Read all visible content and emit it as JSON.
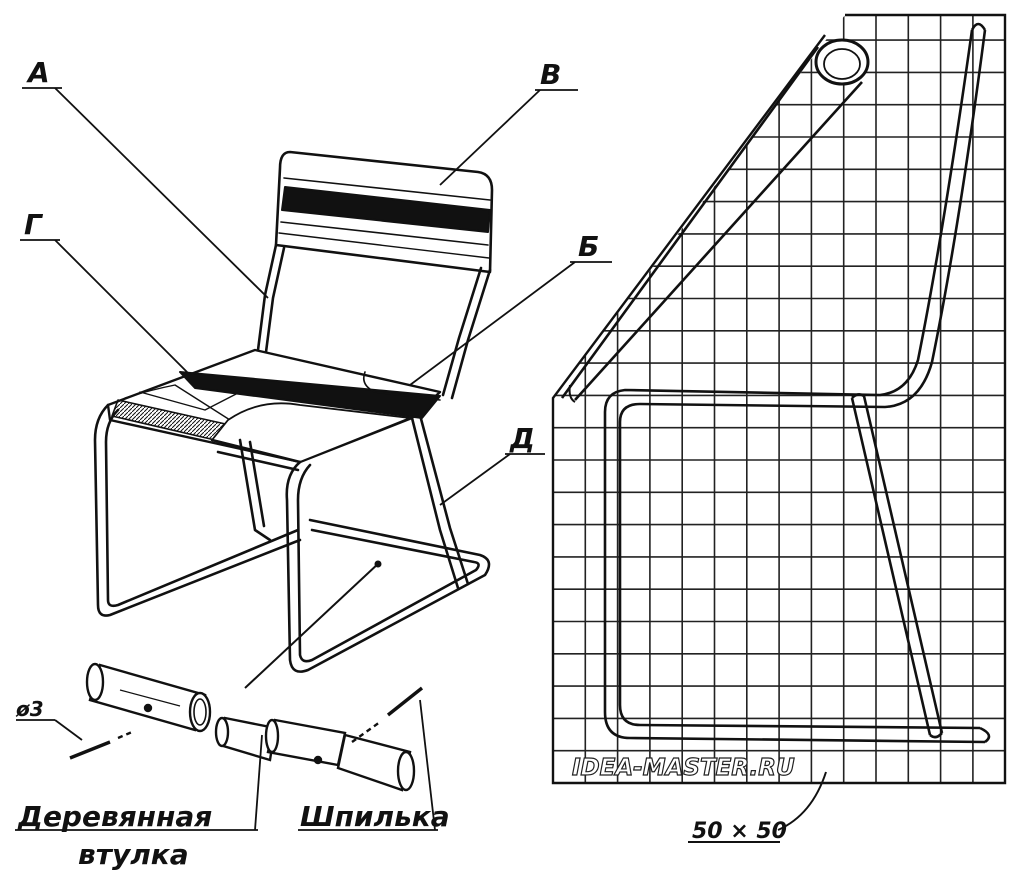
{
  "labels": {
    "A": "А",
    "V": "В",
    "G": "Г",
    "B": "Б",
    "D": "Д",
    "diameter": "ø3",
    "wooden_sleeve_line1": "Деревянная",
    "wooden_sleeve_line2": "втулка",
    "pin": "Шпилька",
    "grid_scale": "50 × 50"
  },
  "watermark": "IDEA-MASTER.RU",
  "colors": {
    "ink": "#111111",
    "paper": "#ffffff"
  }
}
